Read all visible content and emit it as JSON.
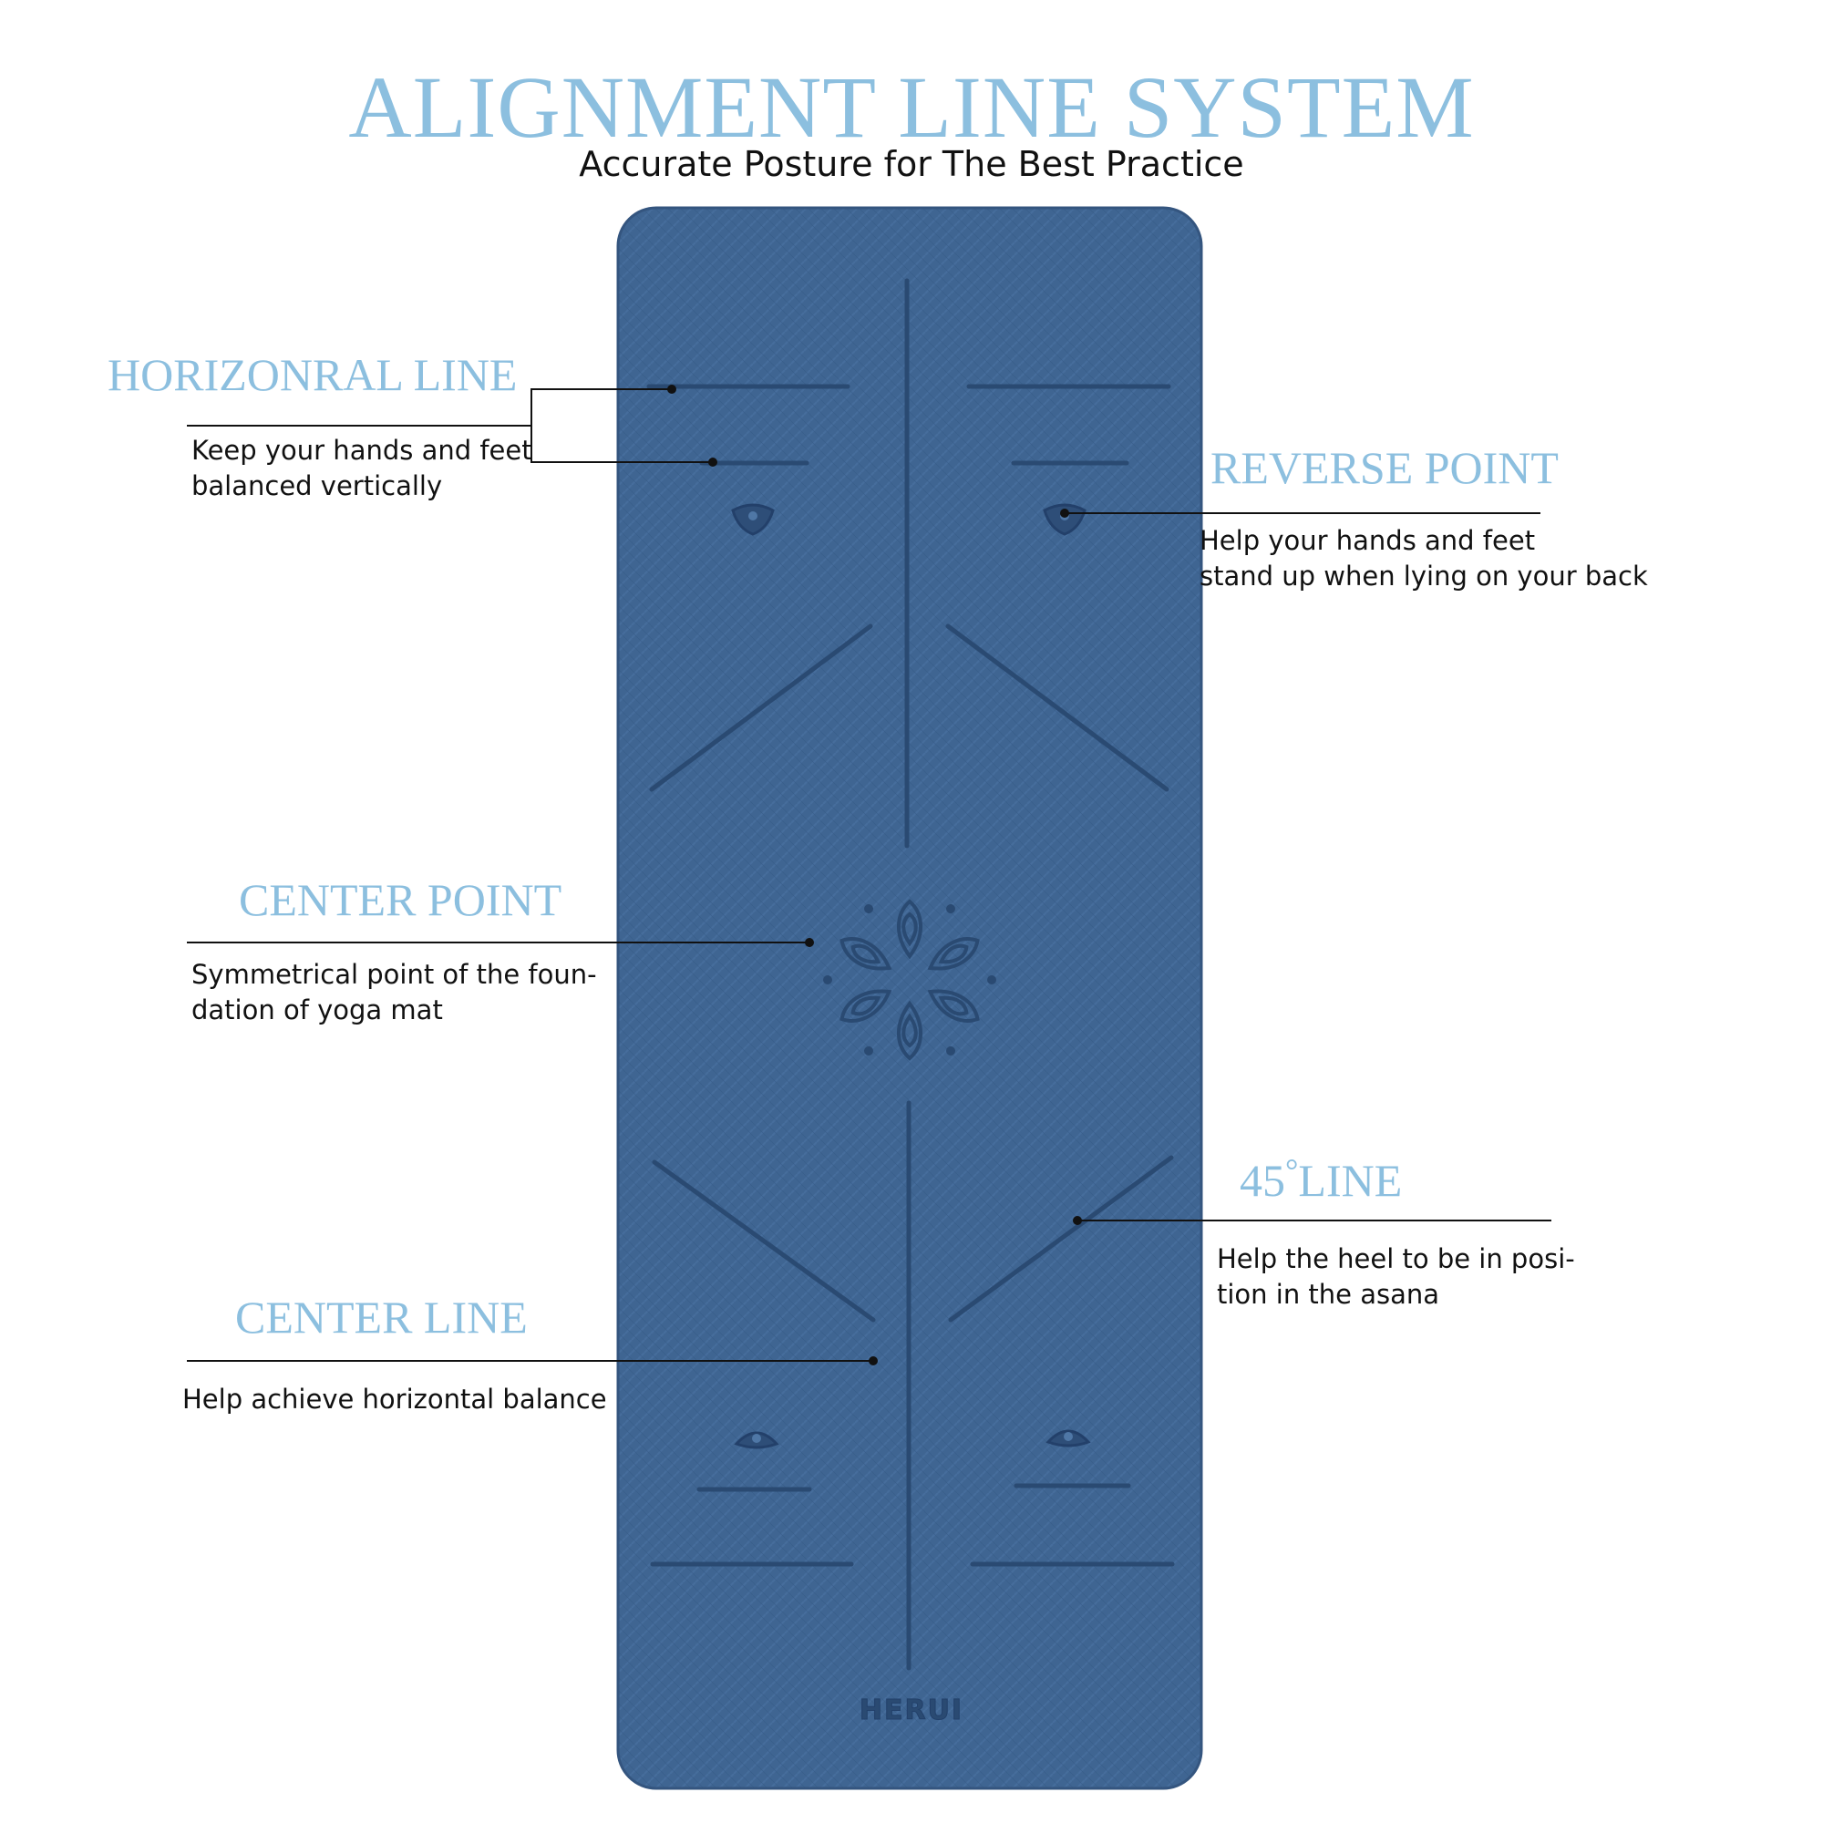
{
  "header": {
    "title": "ALIGNMENT LINE SYSTEM",
    "subtitle": "Accurate Posture for The Best Practice"
  },
  "mat": {
    "brand": "HERUI",
    "color": "#3f6592",
    "line_color": "#2a4a72"
  },
  "callouts": {
    "horizontal_line": {
      "heading": "HORIZONRAL LINE",
      "description": "Keep your hands and feet\nbalanced vertically"
    },
    "reverse_point": {
      "heading": "REVERSE POINT",
      "description": "Help your hands and feet\nstand up when lying on your back"
    },
    "center_point": {
      "heading": "CENTER POINT",
      "description": "Symmetrical point of the foun-\ndation of yoga mat"
    },
    "degree_line": {
      "heading_number": "45",
      "heading_degree": "°",
      "heading_word": "LINE",
      "description": "Help the heel to be in posi-\ntion in the asana"
    },
    "center_line": {
      "heading": "CENTER LINE",
      "description": "Help achieve horizontal balance"
    }
  },
  "colors": {
    "accent": "#8cbfdf",
    "text": "#111111",
    "leader": "#111111"
  }
}
